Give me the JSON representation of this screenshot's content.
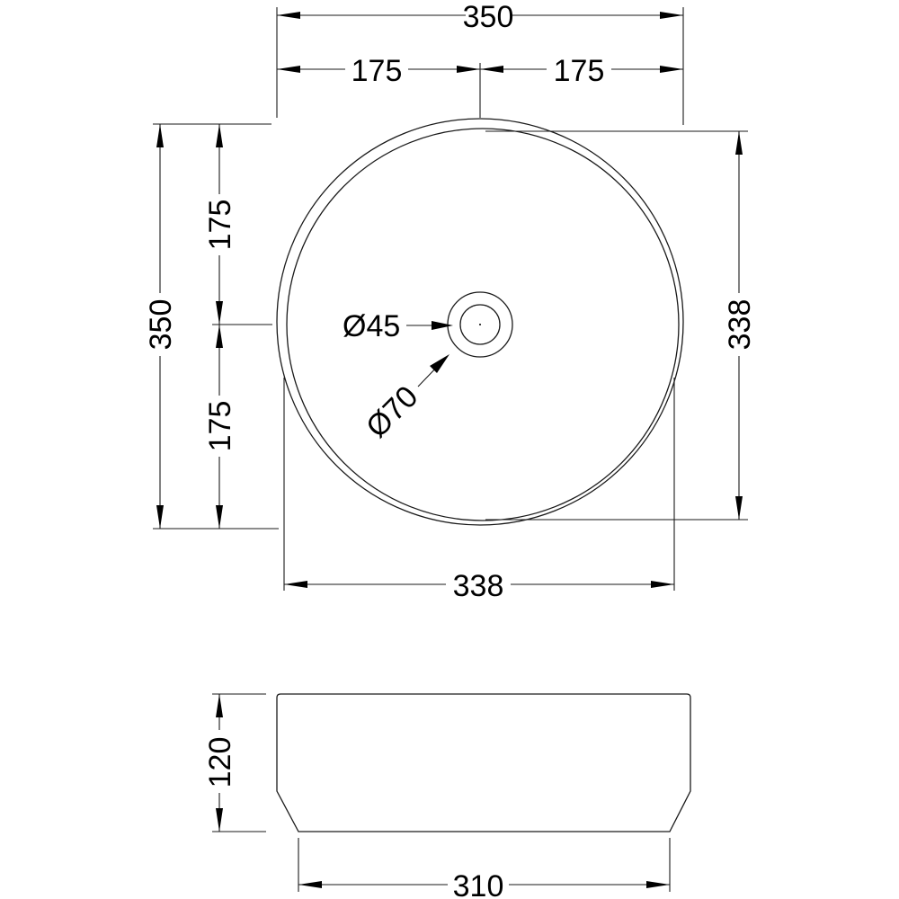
{
  "drawing": {
    "type": "technical-drawing",
    "subject": "round countertop basin",
    "views": [
      "top-view",
      "side-view"
    ],
    "line_color": "#1a1a1a",
    "background": "#ffffff"
  },
  "top_view": {
    "dimensions": {
      "overall_width": "350",
      "half_width_left": "175",
      "half_width_right": "175",
      "overall_height": "350",
      "half_height_top": "175",
      "half_height_bottom": "175",
      "bowl_depth_direction": "338",
      "bowl_width_direction": "338",
      "drain_inner_diameter": "Ø45",
      "drain_outer_diameter": "Ø70"
    }
  },
  "side_view": {
    "dimensions": {
      "height": "120",
      "base_width": "310"
    }
  }
}
